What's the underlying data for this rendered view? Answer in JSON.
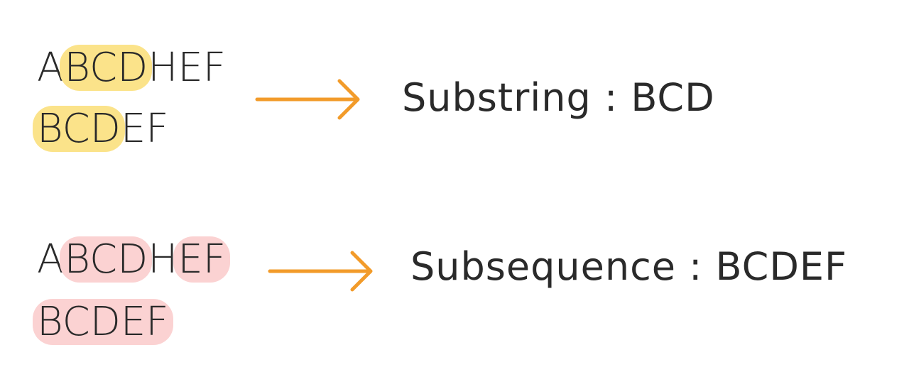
{
  "substring_example": {
    "line1": {
      "before": "A",
      "highlight": "BCD",
      "after": "HEF"
    },
    "line2": {
      "before": "",
      "highlight": "BCD",
      "after": "EF"
    },
    "result_label": "Substring",
    "result_sep": " : ",
    "result_value": "BCD"
  },
  "subsequence_example": {
    "line1": {
      "p1": "A",
      "h1": "BCD",
      "p2": "H",
      "h2": "EF"
    },
    "line2": {
      "h1": "BCDEF"
    },
    "result_label": "Subsequence",
    "result_sep": " : ",
    "result_value": "BCDEF"
  },
  "colors": {
    "text": "#2a2a2a",
    "arrow": "#f29b2a",
    "substring_highlight": "#fbe38a",
    "subsequence_highlight": "#fbd2d2"
  },
  "icons": {
    "arrow": "arrow-right-icon"
  }
}
